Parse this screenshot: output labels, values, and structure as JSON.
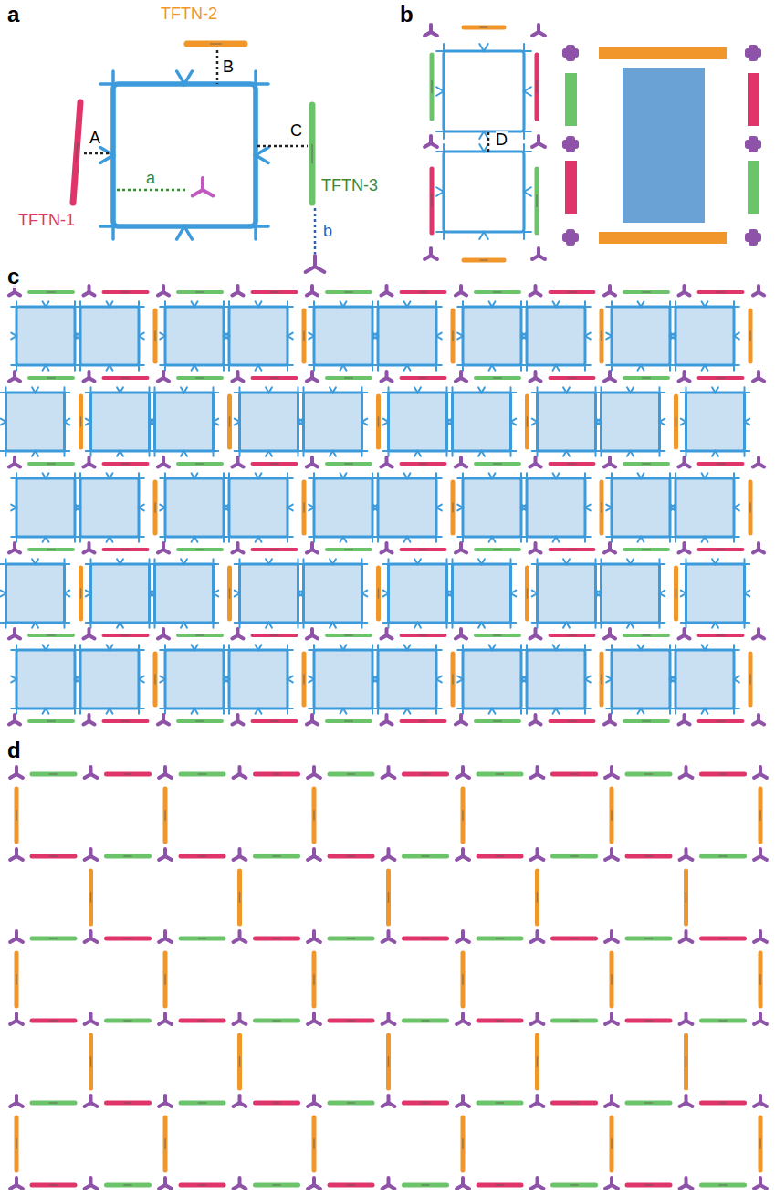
{
  "diagram": {
    "labels": [
      "a",
      "TFTN-2",
      "B",
      "A",
      "a",
      "C",
      "TFTN-3",
      "TFTN-1",
      "b",
      "b",
      "D",
      "c",
      "d"
    ]
  }
}
